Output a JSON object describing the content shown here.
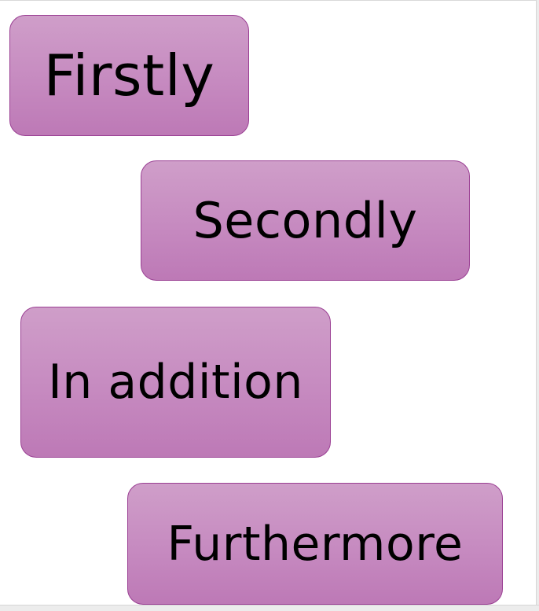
{
  "colors": {
    "card_top": "#cf9ec9",
    "card_bottom": "#bd79b6",
    "card_border": "#9a3f93",
    "text": "#000000",
    "background": "#ffffff"
  },
  "cards": [
    {
      "label": "Firstly"
    },
    {
      "label": "Secondly"
    },
    {
      "label": "In addition"
    },
    {
      "label": "Furthermore"
    }
  ]
}
